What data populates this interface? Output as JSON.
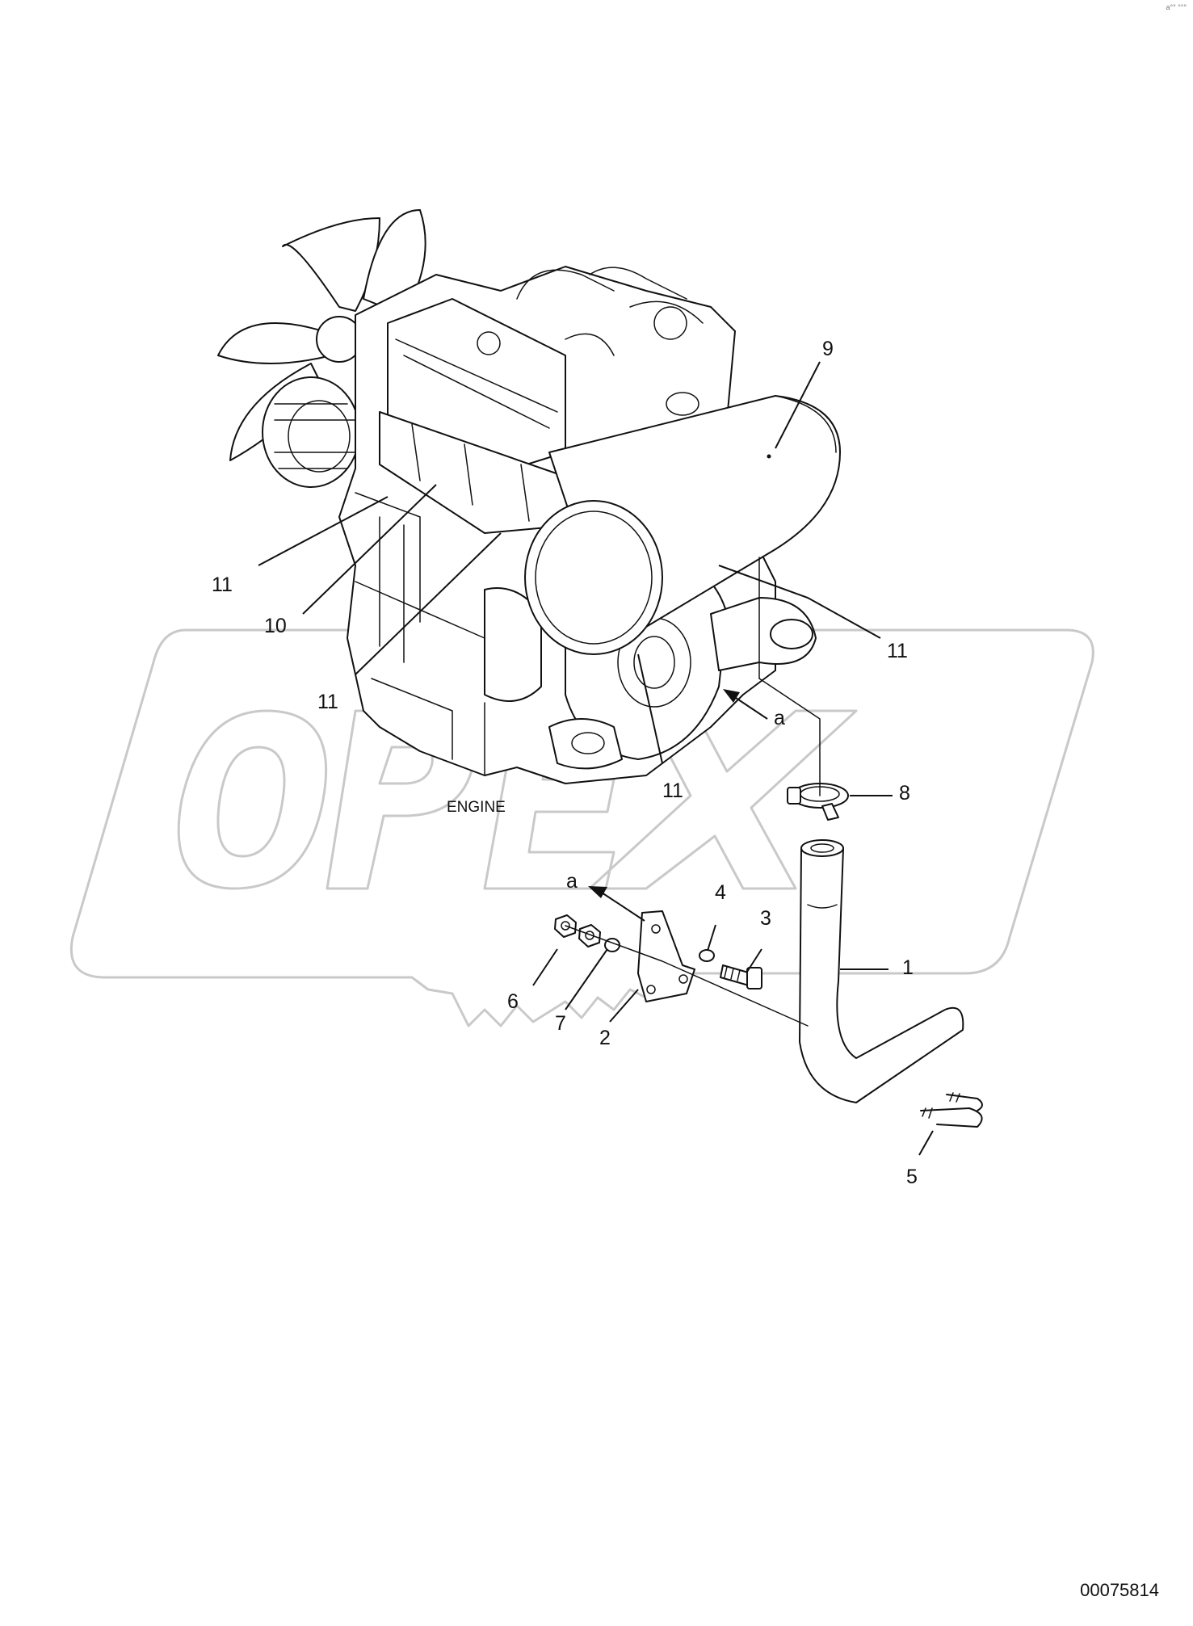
{
  "diagram": {
    "engine_label": "ENGINE",
    "view_marker": "a",
    "document_number": "00075814",
    "corner_mark": "a°° °°°",
    "watermark": "OPEX",
    "callouts": {
      "c1": "1",
      "c2": "2",
      "c3": "3",
      "c4": "4",
      "c5": "5",
      "c6": "6",
      "c7": "7",
      "c8": "8",
      "c9": "9",
      "c10": "10",
      "c11a": "11",
      "c11b": "11",
      "c11c": "11",
      "c11d": "11"
    }
  }
}
